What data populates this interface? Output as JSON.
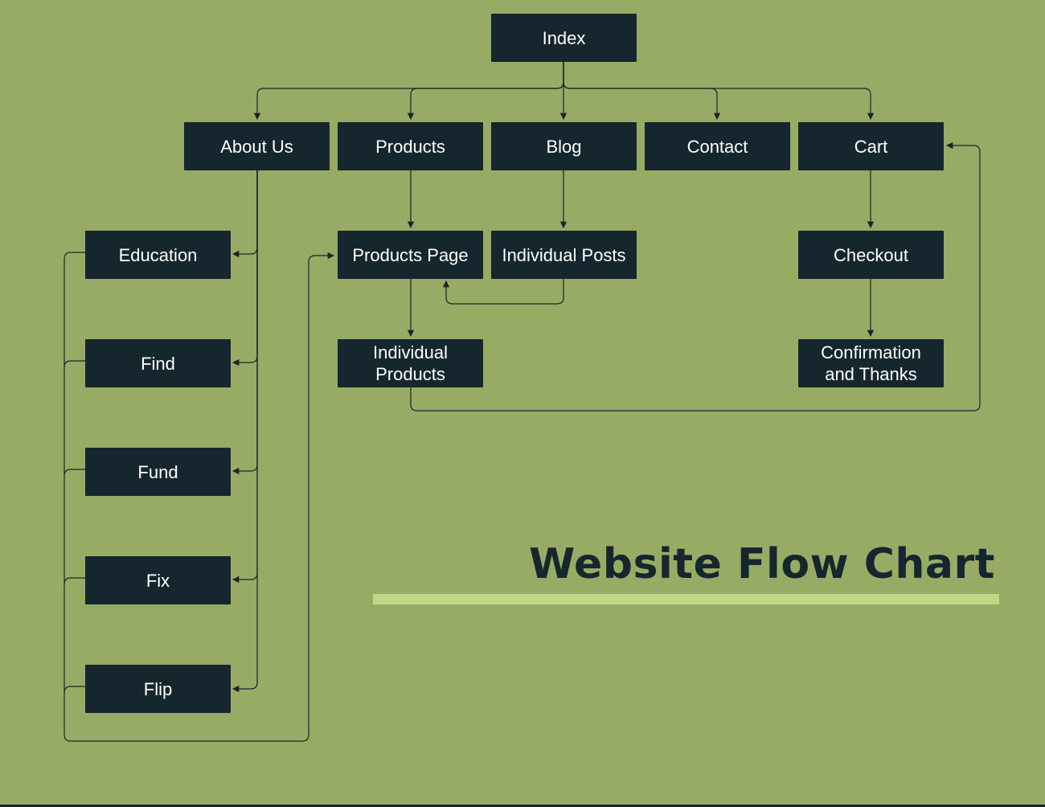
{
  "title": "Website Flow Chart",
  "colors": {
    "background": "#97ab65",
    "node_fill": "#16262e",
    "node_text": "#ffffff",
    "connector": "#16262e",
    "title_text": "#16262e",
    "title_underline": "#bfd886"
  },
  "nodes": {
    "index": "Index",
    "about_us": "About Us",
    "products": "Products",
    "blog": "Blog",
    "contact": "Contact",
    "cart": "Cart",
    "education": "Education",
    "find": "Find",
    "fund": "Fund",
    "fix": "Fix",
    "flip": "Flip",
    "products_page": "Products Page",
    "individual_posts": "Individual Posts",
    "individual_products": "Individual\nProducts",
    "checkout": "Checkout",
    "confirmation": "Confirmation\nand Thanks"
  },
  "edges": [
    {
      "from": "Index",
      "to": "About Us"
    },
    {
      "from": "Index",
      "to": "Products"
    },
    {
      "from": "Index",
      "to": "Blog"
    },
    {
      "from": "Index",
      "to": "Contact"
    },
    {
      "from": "Index",
      "to": "Cart"
    },
    {
      "from": "About Us",
      "to": "Education"
    },
    {
      "from": "About Us",
      "to": "Find"
    },
    {
      "from": "About Us",
      "to": "Fund"
    },
    {
      "from": "About Us",
      "to": "Fix"
    },
    {
      "from": "About Us",
      "to": "Flip"
    },
    {
      "from": "Education",
      "to": "Products Page"
    },
    {
      "from": "Find",
      "to": "Products Page"
    },
    {
      "from": "Fund",
      "to": "Products Page"
    },
    {
      "from": "Fix",
      "to": "Products Page"
    },
    {
      "from": "Flip",
      "to": "Products Page"
    },
    {
      "from": "Products",
      "to": "Products Page"
    },
    {
      "from": "Blog",
      "to": "Individual Posts"
    },
    {
      "from": "Individual Posts",
      "to": "Products Page"
    },
    {
      "from": "Products Page",
      "to": "Individual Products"
    },
    {
      "from": "Individual Products",
      "to": "Cart"
    },
    {
      "from": "Cart",
      "to": "Checkout"
    },
    {
      "from": "Checkout",
      "to": "Confirmation and Thanks"
    }
  ]
}
